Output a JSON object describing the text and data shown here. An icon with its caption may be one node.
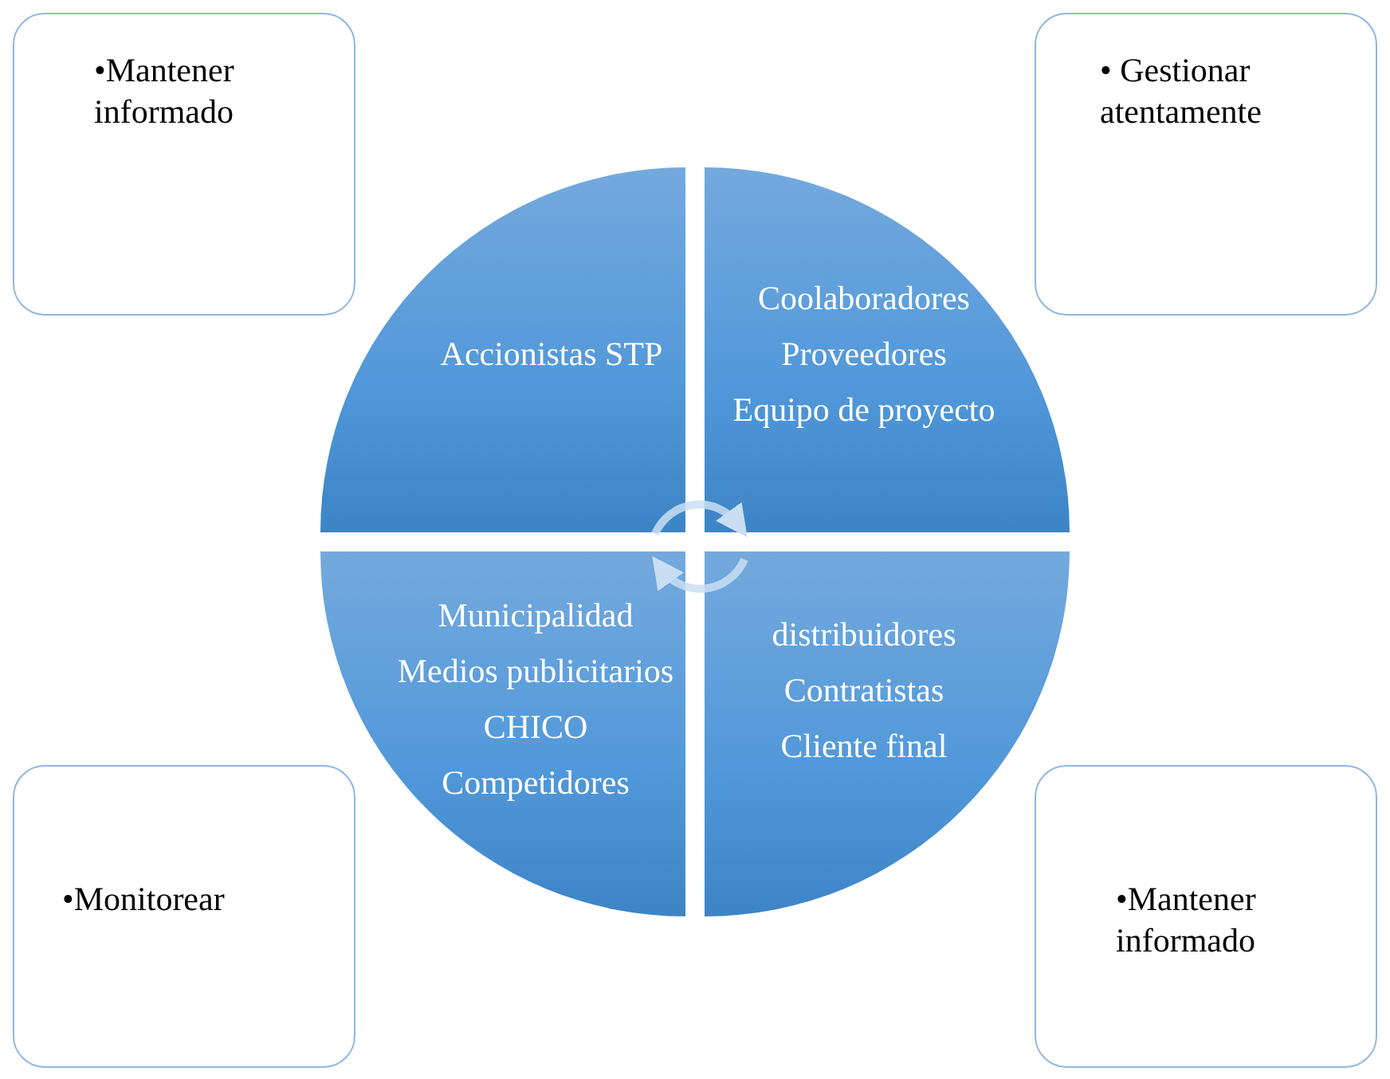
{
  "diagram": {
    "nodes": [
      {
        "text": [
          "•Mantener informado"
        ]
      },
      {
        "text": [
          "• Gestionar atentamente"
        ]
      },
      {
        "text": [
          "•Monitorear"
        ]
      },
      {
        "text": [
          "•Mantener informado"
        ]
      },
      {
        "text": [
          "Accionistas STP"
        ]
      },
      {
        "text": [
          "Coolaboradores",
          "Proveedores",
          "Equipo de proyecto"
        ]
      },
      {
        "text": [
          "Municipalidad",
          "Medios publicitarios",
          "CHICO",
          "Competidores"
        ]
      },
      {
        "text": [
          "distribuidores",
          "Contratistas",
          "Cliente final"
        ]
      }
    ],
    "edges": [
      {
        "from": 4,
        "to": 5,
        "arrow": "to"
      },
      {
        "from": 7,
        "to": 6,
        "arrow": "to"
      }
    ]
  }
}
